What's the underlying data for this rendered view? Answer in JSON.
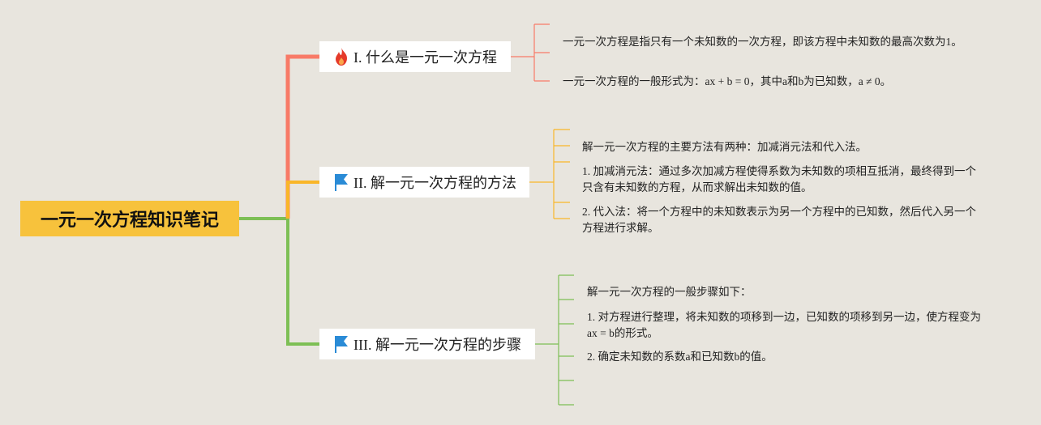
{
  "root": {
    "title": "一元一次方程知识笔记"
  },
  "colors": {
    "branch1": "#f87a67",
    "branch2": "#f9b629",
    "branch3": "#7dbf55",
    "root": "#f7c23c",
    "flag": "#2a8bd6"
  },
  "branches": [
    {
      "icon": "fire-icon",
      "label": "I. 什么是一元一次方程",
      "items": [
        "一元一次方程是指只有一个未知数的一次方程，即该方程中未知数的最高次数为1。",
        "一元一次方程的一般形式为：ax + b = 0，其中a和b为已知数，a ≠ 0。"
      ]
    },
    {
      "icon": "flag-icon",
      "label": "II. 解一元一次方程的方法",
      "items": [
        "解一元一次方程的主要方法有两种：加减消元法和代入法。",
        "1. 加减消元法：通过多次加减方程使得系数为未知数的项相互抵消，最终得到一个只含有未知数的方程，从而求解出未知数的值。",
        "2. 代入法：将一个方程中的未知数表示为另一个方程中的已知数，然后代入另一个方程进行求解。"
      ]
    },
    {
      "icon": "flag-icon",
      "label": "III. 解一元一次方程的步骤",
      "items": [
        "解一元一次方程的一般步骤如下：",
        "1. 对方程进行整理，将未知数的项移到一边，已知数的项移到另一边，使方程变为ax = b的形式。",
        "2. 确定未知数的系数a和已知数b的值。"
      ]
    }
  ]
}
